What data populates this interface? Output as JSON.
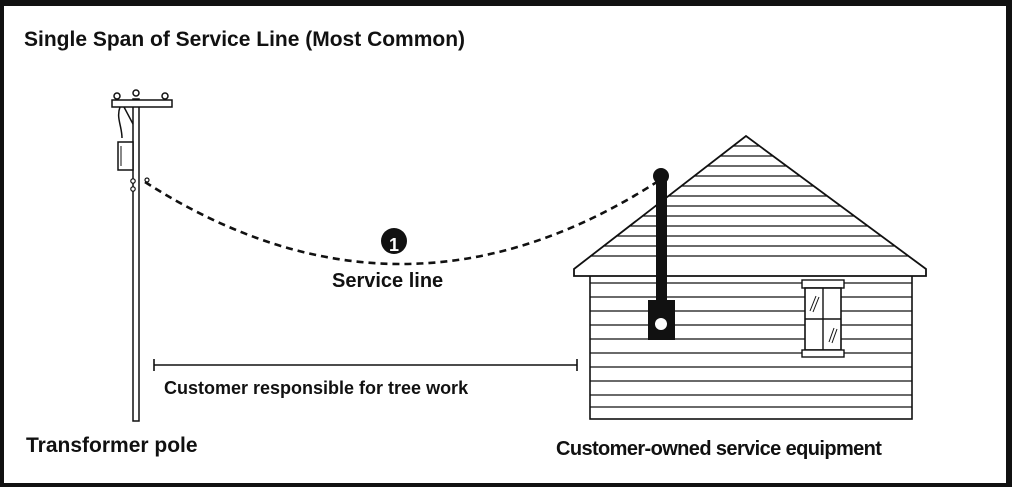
{
  "title": "Single Span of Service Line (Most Common)",
  "service_line": {
    "number": "1",
    "label": "Service line"
  },
  "responsibility": {
    "label": "Customer responsible for tree work"
  },
  "pole": {
    "label": "Transformer pole"
  },
  "house": {
    "label": "Customer-owned service equipment"
  },
  "colors": {
    "ink": "#111111",
    "background": "#ffffff"
  }
}
